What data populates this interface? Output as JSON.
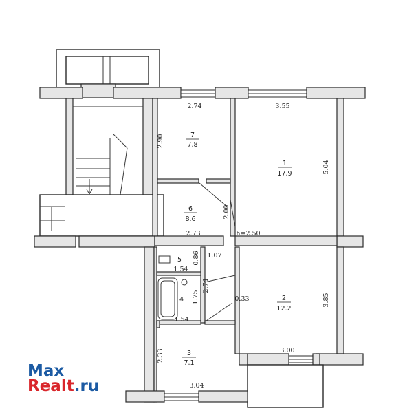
{
  "rooms": [
    {
      "number": "1",
      "area": "17.9"
    },
    {
      "number": "2",
      "area": "12.2"
    },
    {
      "number": "3",
      "area": "7.1"
    },
    {
      "number": "4",
      "area": ""
    },
    {
      "number": "5",
      "area": ""
    },
    {
      "number": "6",
      "area": "8.6"
    },
    {
      "number": "7",
      "area": "7.8"
    }
  ],
  "dimensions": {
    "d274_top": "2.74",
    "d355": "3.55",
    "d290": "2.90",
    "d504": "5.04",
    "d200": "2.00",
    "d273": "2.73",
    "d107": "1.07",
    "d086": "0.86",
    "d154_top": "1.54",
    "d274_mid": "2.74",
    "d175": "1.75",
    "d033": "0.33",
    "d385": "3.85",
    "d154_bot": "1.54",
    "d233": "2.33",
    "d300": "3.00",
    "d304": "3.04"
  },
  "ceiling_height": "h=2.50",
  "watermark": {
    "line1": "Max",
    "line2_red": "Realt",
    "line2_blue": ".ru"
  }
}
